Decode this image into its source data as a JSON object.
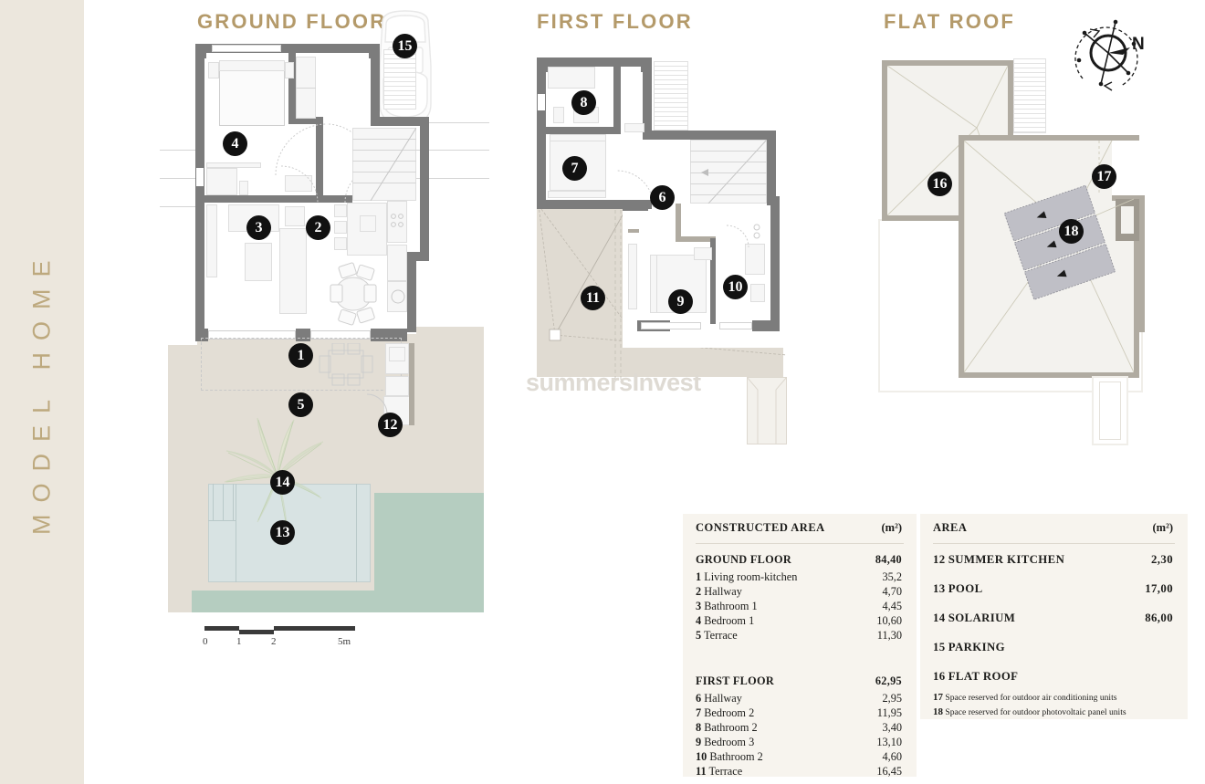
{
  "sidebar": {
    "title": "MODEL HOME"
  },
  "plans": {
    "ground": {
      "title": "GROUND FLOOR"
    },
    "first": {
      "title": "FIRST FLOOR"
    },
    "roof": {
      "title": "FLAT ROOF"
    }
  },
  "watermark": {
    "text": "summersInvest"
  },
  "compass": {
    "north_label": "N"
  },
  "scale": {
    "labels": [
      "0",
      "1",
      "2",
      "5m"
    ]
  },
  "markers": [
    {
      "id": "1",
      "label": "1"
    },
    {
      "id": "2",
      "label": "2"
    },
    {
      "id": "3",
      "label": "3"
    },
    {
      "id": "4",
      "label": "4"
    },
    {
      "id": "5",
      "label": "5"
    },
    {
      "id": "6",
      "label": "6"
    },
    {
      "id": "7",
      "label": "7"
    },
    {
      "id": "8",
      "label": "8"
    },
    {
      "id": "9",
      "label": "9"
    },
    {
      "id": "10",
      "label": "10"
    },
    {
      "id": "11",
      "label": "11"
    },
    {
      "id": "12",
      "label": "12"
    },
    {
      "id": "13",
      "label": "13"
    },
    {
      "id": "14",
      "label": "14"
    },
    {
      "id": "15",
      "label": "15"
    },
    {
      "id": "16",
      "label": "16"
    },
    {
      "id": "17",
      "label": "17"
    },
    {
      "id": "18",
      "label": "18"
    }
  ],
  "table_constructed": {
    "header_title": "CONSTRUCTED AREA",
    "header_unit": "(m²)",
    "sections": [
      {
        "name": "GROUND FLOOR",
        "total": "84,40",
        "rows": [
          {
            "num": "1",
            "label": "Living room-kitchen",
            "value": "35,2"
          },
          {
            "num": "2",
            "label": "Hallway",
            "value": "4,70"
          },
          {
            "num": "3",
            "label": "Bathroom 1",
            "value": "4,45"
          },
          {
            "num": "4",
            "label": "Bedroom 1",
            "value": "10,60"
          },
          {
            "num": "5",
            "label": "Terrace",
            "value": "11,30"
          }
        ]
      },
      {
        "name": "FIRST FLOOR",
        "total": "62,95",
        "rows": [
          {
            "num": "6",
            "label": "Hallway",
            "value": "2,95"
          },
          {
            "num": "7",
            "label": "Bedroom 2",
            "value": "11,95"
          },
          {
            "num": "8",
            "label": "Bathroom 2",
            "value": "3,40"
          },
          {
            "num": "9",
            "label": "Bedroom 3",
            "value": "13,10"
          },
          {
            "num": "10",
            "label": "Bathroom 2",
            "value": "4,60"
          },
          {
            "num": "11",
            "label": "Terrace",
            "value": "16,45"
          }
        ]
      }
    ]
  },
  "table_area": {
    "header_title": "AREA",
    "header_unit": "(m²)",
    "rows": [
      {
        "num": "12",
        "label": "SUMMER KITCHEN",
        "value": "2,30"
      },
      {
        "num": "13",
        "label": "POOL",
        "value": "17,00"
      },
      {
        "num": "14",
        "label": "SOLARIUM",
        "value": "86,00"
      },
      {
        "num": "15",
        "label": "PARKING",
        "value": ""
      },
      {
        "num": "16",
        "label": "FLAT ROOF",
        "value": ""
      }
    ],
    "notes": [
      {
        "num": "17",
        "label": "Space reserved for outdoor air conditioning units"
      },
      {
        "num": "18",
        "label": "Space reserved for outdoor photovoltaic panel units"
      }
    ]
  },
  "colors": {
    "sidebar_bg": "#ece7dd",
    "accent_gold": "#b49a6a",
    "solarium": "#e3ded5",
    "garden": "#b5cdc0",
    "pool": "#d8e3e3",
    "wall": "#7c7c7c",
    "roof_wall": "#b0aba1",
    "table_bg": "#f7f4ee",
    "marker": "#111111"
  }
}
